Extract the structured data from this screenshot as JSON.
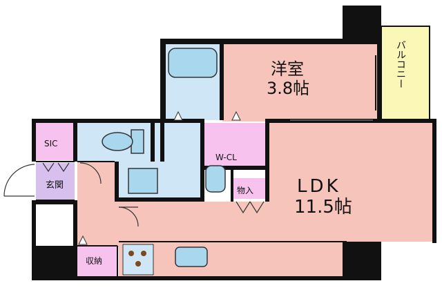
{
  "rooms": {
    "balcony": {
      "label": "バルコニー"
    },
    "western_room": {
      "name": "洋室",
      "size": "3.8帖"
    },
    "ldk": {
      "name": "LDK",
      "size": "11.5帖"
    },
    "walk_in_closet": {
      "label": "W-CL"
    },
    "storage_closet": {
      "label": "物入"
    },
    "shoe_closet": {
      "label": "SIC"
    },
    "entrance": {
      "label": "玄関"
    },
    "storage": {
      "label": "収納"
    }
  },
  "colors": {
    "wall": "#111111",
    "western_floor": "#f6c4bb",
    "ldk_floor": "#f6c4bb",
    "wet_area": "#cfe6f6",
    "closet": "#f7c3ee",
    "entrance": "#d8c0ee",
    "balcony": "#fbf7b6",
    "fixture": "#a9d8ee",
    "stove": "#7a4a1c"
  }
}
